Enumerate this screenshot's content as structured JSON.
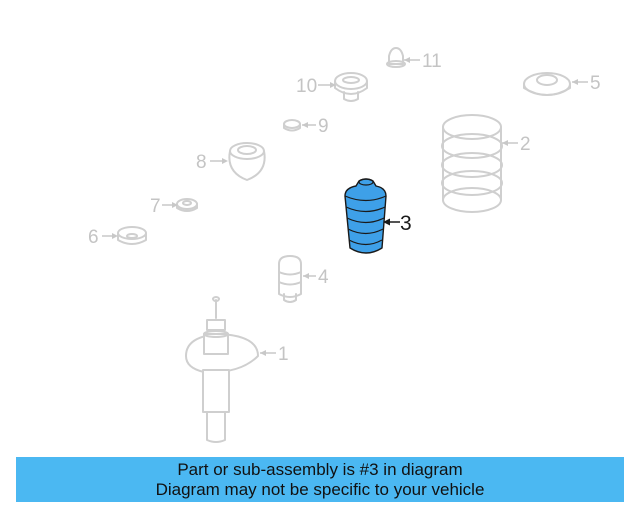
{
  "diagram": {
    "highlight_color": "#3ea0e8",
    "callouts": {
      "c1": "1",
      "c2": "2",
      "c3": "3",
      "c4": "4",
      "c5": "5",
      "c6": "6",
      "c7": "7",
      "c8": "8",
      "c9": "9",
      "c10": "10",
      "c11": "11"
    },
    "highlighted_part": "3"
  },
  "banner": {
    "line1": "Part or sub-assembly is #3 in diagram",
    "line2": "Diagram may not be specific to your vehicle",
    "color": "#4bb8f2"
  }
}
